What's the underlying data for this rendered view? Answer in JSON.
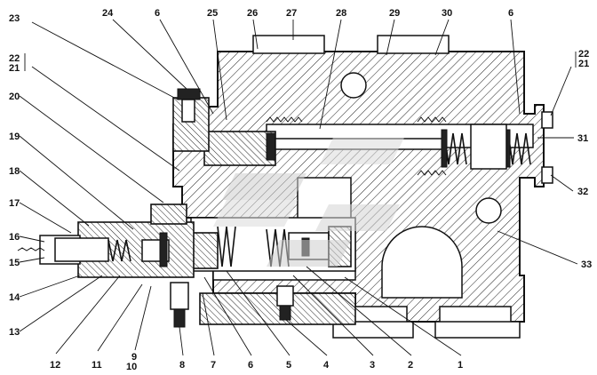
{
  "labels": {
    "l1": "1",
    "l2": "2",
    "l3": "3",
    "l4": "4",
    "l5": "5",
    "l6a": "6",
    "l6b": "6",
    "l6c": "6",
    "l7": "7",
    "l8": "8",
    "l9": "9",
    "l10": "10",
    "l11": "11",
    "l12": "12",
    "l13": "13",
    "l14": "14",
    "l15": "15",
    "l16": "16",
    "l17": "17",
    "l18": "18",
    "l19": "19",
    "l20": "20",
    "l21a": "21",
    "l22a": "22",
    "l21b": "21",
    "l22b": "22",
    "l23": "23",
    "l24": "24",
    "l25": "25",
    "l26": "26",
    "l27": "27",
    "l28": "28",
    "l29": "29",
    "l30": "30",
    "l31": "31",
    "l32": "32",
    "l33": "33"
  },
  "colors": {
    "ink": "#111111",
    "background": "#ffffff",
    "watermark": "#bfbfbf"
  }
}
